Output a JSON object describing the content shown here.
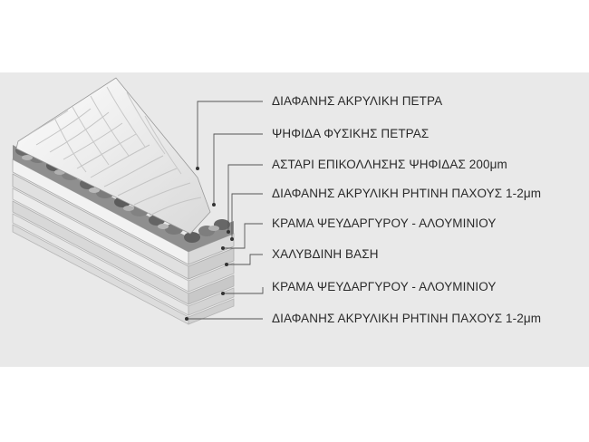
{
  "diagram": {
    "layers": [
      {
        "label": "ΔΙΑΦΑΝΗΣ ΑΚΡΥΛΙΚΗ ΠΕΤΡΑ"
      },
      {
        "label": "ΨΗΦΙΔΑ ΦΥΣΙΚΗΣ ΠΕΤΡΑΣ"
      },
      {
        "label": "ΑΣΤΑΡΙ ΕΠΙΚΟΛΛΗΣΗΣ ΨΗΦΙΔΑΣ 200μm"
      },
      {
        "label": "ΔΙΑΦΑΝΗΣ ΑΚΡΥΛΙΚΗ ΡΗΤΙΝΗ ΠΑΧΟΥΣ 1-2μm"
      },
      {
        "label": "ΚΡΑΜΑ ΨΕΥΔΑΡΓΥΡΟΥ - ΑΛΟΥΜΙΝΙΟΥ"
      },
      {
        "label": "ΧΑΛΥΒΔΙΝΗ ΒΑΣΗ"
      },
      {
        "label": "ΚΡΑΜΑ ΨΕΥΔΑΡΓΥΡΟΥ - ΑΛΟΥΜΙΝΙΟΥ"
      },
      {
        "label": "ΔΙΑΦΑΝΗΣ ΑΚΡΥΛΙΚΗ ΡΗΤΙΝΗ ΠΑΧΟΥΣ 1-2μm"
      }
    ]
  }
}
